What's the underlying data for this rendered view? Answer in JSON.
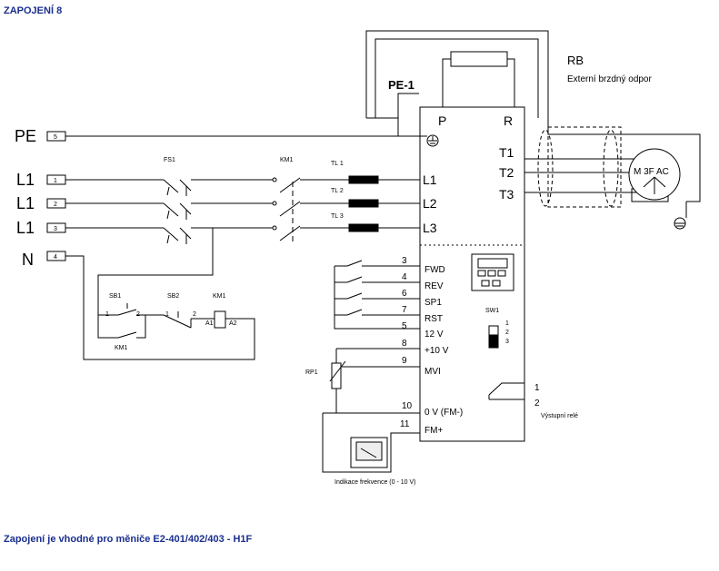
{
  "title": "ZAPOJENÍ 8",
  "footer": "Zapojení je vhodné pro měniče E2-401/402/403 - H1F",
  "supply": [
    {
      "label": "PE",
      "terminal": "5"
    },
    {
      "label": "L1",
      "terminal": "1"
    },
    {
      "label": "L1",
      "terminal": "2"
    },
    {
      "label": "L1",
      "terminal": "3"
    },
    {
      "label": "N",
      "terminal": "4"
    }
  ],
  "components": {
    "fuse": "FS1",
    "contactor": "KM1",
    "chokes": [
      "TL 1",
      "TL 2",
      "TL 3"
    ],
    "pe_link": "PE-1",
    "rb": "RB",
    "rb_desc": "Externí brzdný odpor",
    "sb1": "SB1",
    "sb2": "SB2",
    "km1_coil": "KM1",
    "km1_contact": "KM1",
    "rp1": "RP1",
    "sw1": "SW1",
    "contact_nums": [
      "1",
      "2",
      "1",
      "2"
    ],
    "coil_pins": [
      "A1",
      "A2"
    ]
  },
  "inverter": {
    "top": [
      "P",
      "R"
    ],
    "outputs": [
      "T1",
      "T2",
      "T3"
    ],
    "inputs": [
      "L1",
      "L2",
      "L3"
    ],
    "control": [
      {
        "num": "3",
        "label": "FWD"
      },
      {
        "num": "4",
        "label": "REV"
      },
      {
        "num": "6",
        "label": "SP1"
      },
      {
        "num": "7",
        "label": "RST"
      },
      {
        "num": "5",
        "label": "12 V"
      },
      {
        "num": "8",
        "label": "+10 V"
      },
      {
        "num": "9",
        "label": "MVI"
      },
      {
        "num": "10",
        "label": "0 V (FM-)"
      },
      {
        "num": "11",
        "label": "FM+"
      }
    ],
    "sw_positions": [
      "1",
      "2",
      "3"
    ],
    "relay_pins": [
      "1",
      "2"
    ],
    "relay_label": "Výstupní relé"
  },
  "motor": {
    "label": "M 3F AC"
  },
  "meter_label": "Indikace frekvence  (0 - 10 V)"
}
